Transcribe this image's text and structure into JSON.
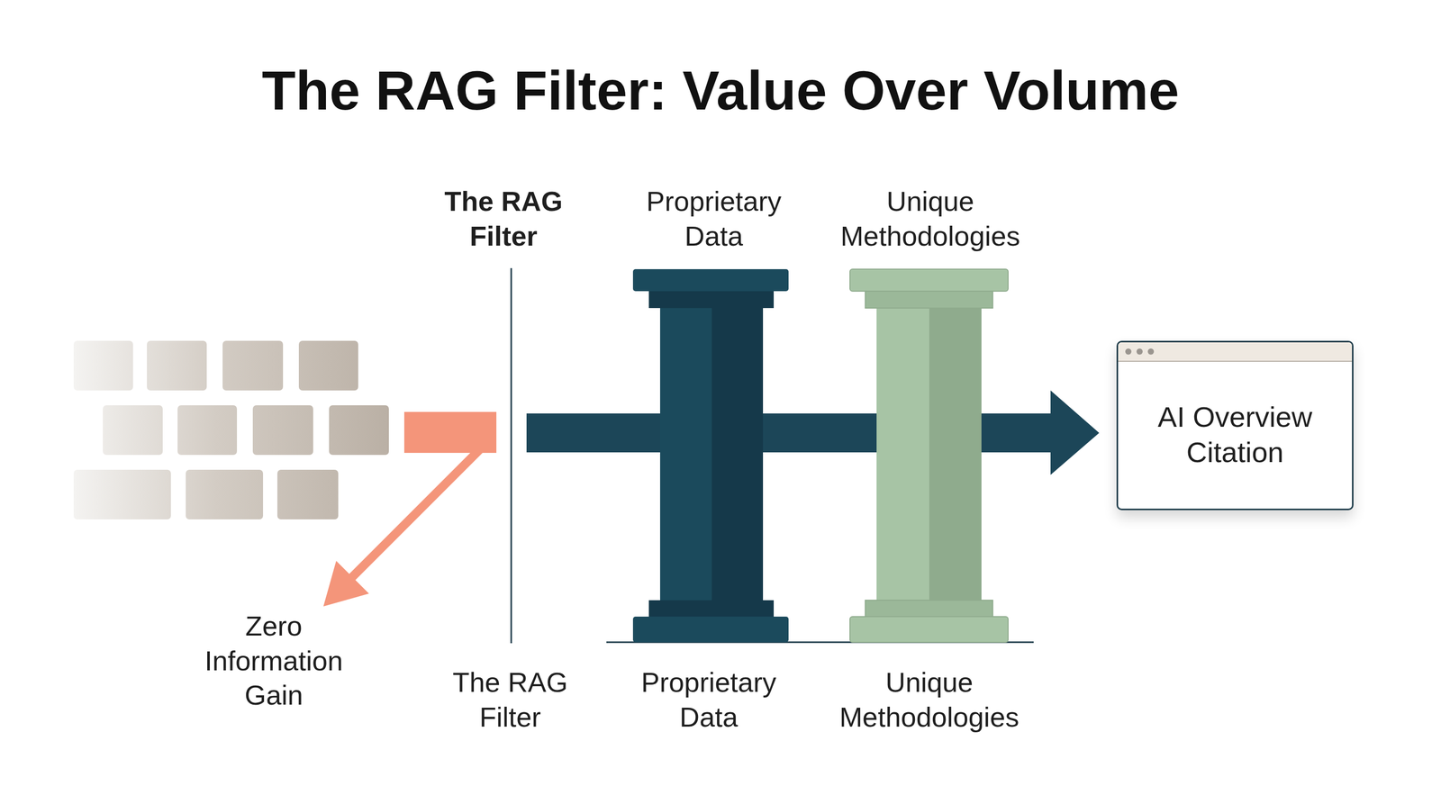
{
  "diagram": {
    "title": "The RAG Filter: Value Over Volume",
    "nodes": [
      {
        "text": [
          "AI Overview Citation"
        ]
      }
    ],
    "labels": [
      "The RAG Filter",
      "Proprietary Data",
      "Unique Methodologies",
      "Zero Information Gain",
      "The RAG Filter",
      "Proprietary Data",
      "Unique Methodologies"
    ]
  }
}
